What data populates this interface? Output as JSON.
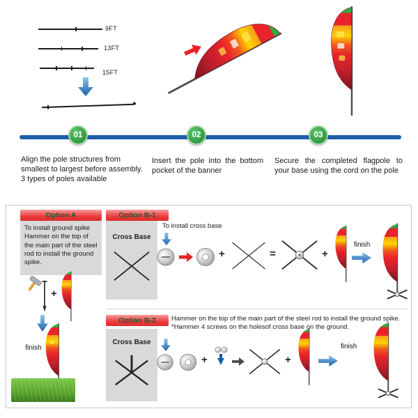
{
  "pole_sizes": {
    "p1": "9FT",
    "p2": "13FT",
    "p3": "15FT"
  },
  "steps": [
    {
      "num": "01",
      "text": "Align the pole structures from smallest to largest before assembly. 3 types of poles available"
    },
    {
      "num": "02",
      "text": "Insert the pole into the bottom pocket of the banner"
    },
    {
      "num": "03",
      "text": "Secure the completed flagpole to your base using the cord on the pole"
    }
  ],
  "symbols": {
    "plus": "+",
    "equals": "="
  },
  "option_a": {
    "header": "Option A",
    "title": "To install ground spike",
    "body": "Hammer on the top of the main part of the steel rod to install the ground spike.",
    "finish": "finish"
  },
  "option_b1": {
    "header": "Option B-1",
    "intro": "To install cross base",
    "cross_base_label": "Cross Base",
    "finish": "finish"
  },
  "option_b2": {
    "header": "Option B-2",
    "line1": "Hammer on the top of the main part of the steel rod to install the ground spike.",
    "line2": "*Hammer 4 screws on the holesof cross base on the ground.",
    "cross_base_label": "Cross Base",
    "finish": "finish"
  },
  "colors": {
    "accent_blue": "#1c5fa8",
    "step_green": "#2f9e41",
    "header_red": "#ee3b3b",
    "panel_gray": "#d9d9d9",
    "flag_red": "#e8242a"
  }
}
